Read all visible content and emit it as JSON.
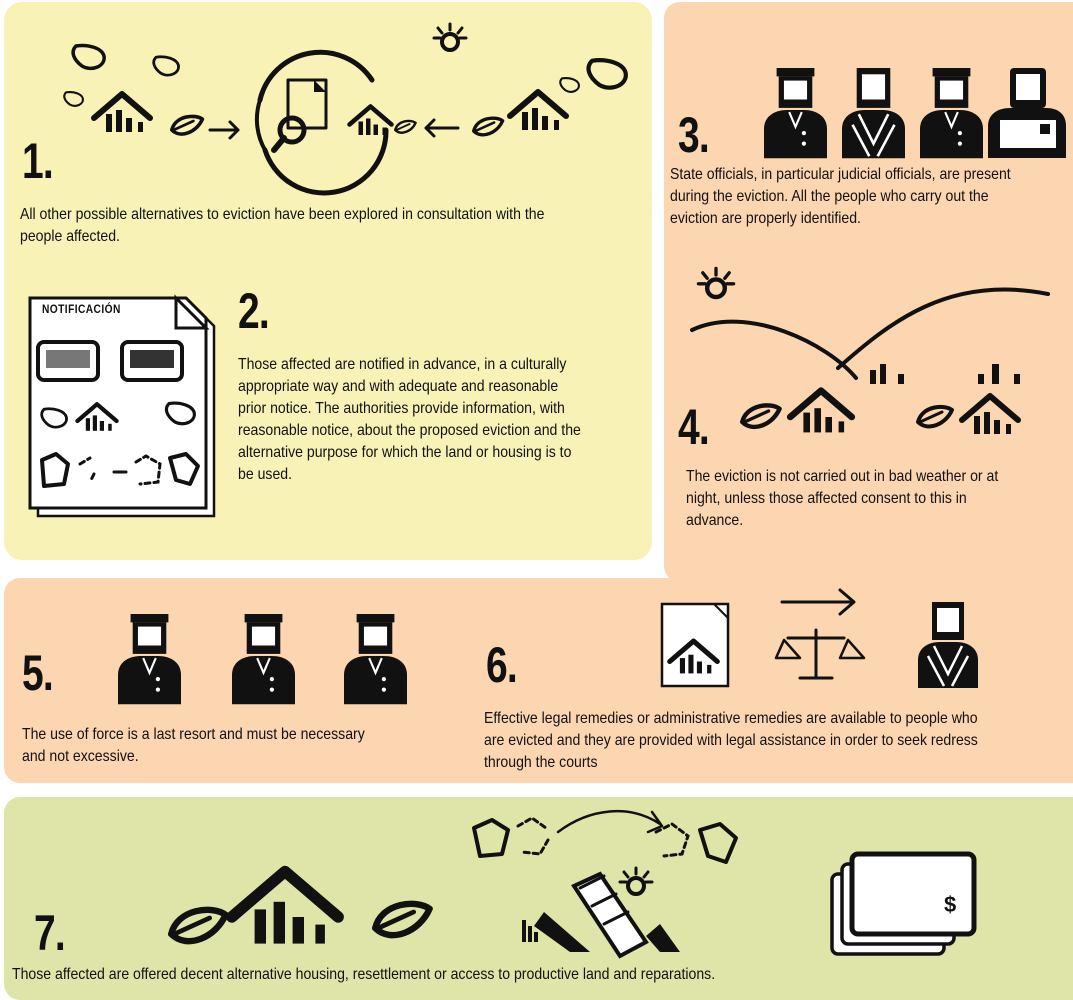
{
  "steps": [
    {
      "number": "1.",
      "text": "All other possible alternatives to eviction have been explored in consultation with the people affected."
    },
    {
      "number": "2.",
      "text": "Those affected are notified in advance, in a culturally appropriate way and with adequate and reasonable prior notice. The authorities provide information, with reasonable notice, about the proposed eviction and the alternative purpose for which the land or housing is to be used.",
      "document_title": "NOTIFICACIÓN"
    },
    {
      "number": "3.",
      "text": "State officials, in particular judicial officials, are present during the eviction. All the people who carry out the eviction are properly identified."
    },
    {
      "number": "4.",
      "text": "The eviction is not carried out in bad weather or at night, unless those affected consent to this in advance."
    },
    {
      "number": "5.",
      "text": "The use of force is a last resort and must be necessary and not excessive."
    },
    {
      "number": "6.",
      "text": "Effective legal remedies or administrative remedies are available to people who are evicted and they are provided with legal assistance in order to seek redress through the courts"
    },
    {
      "number": "7.",
      "text": "Those affected are offered decent alternative housing, resettlement or access to productive land and reparations.",
      "money_symbol": "$"
    }
  ],
  "colors": {
    "yellow_panel": "#f8f2b7",
    "peach_panel": "#fbd6b0",
    "green_panel": "#dfe5a9",
    "ink": "#111111"
  },
  "icons": [
    "raindrop-icon",
    "house-icon",
    "leaf-icon",
    "arrow-icon",
    "magnifier-document-icon",
    "sun-icon",
    "notification-document-icon",
    "official-icon",
    "robed-official-icon",
    "hills-icon",
    "scales-icon",
    "money-icon",
    "land-parcel-icon",
    "shovel-icon"
  ]
}
